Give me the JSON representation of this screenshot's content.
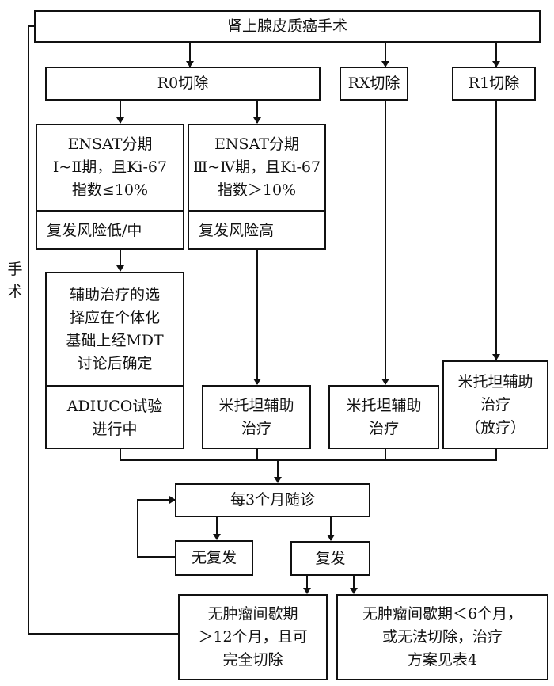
{
  "diagram": {
    "top": "肾上腺皮质癌手术",
    "resection": {
      "r0": "R0切除",
      "rx": "RX切除",
      "r1": "R1切除"
    },
    "ensat_low": {
      "stage": "ENSAT分期\nⅠ~Ⅱ期，且Ki-67\n指数≤10%",
      "risk": "复发风险低/中"
    },
    "ensat_high": {
      "stage": "ENSAT分期\nⅢ~Ⅳ期，且Ki-67\n指数＞10%",
      "risk": "复发风险高"
    },
    "adjuvant_low": {
      "choice": "辅助治疗的选\n择应在个体化\n基础上经MDT\n讨论后确定",
      "trial": "ADIUCO试验\n进行中"
    },
    "mitotane_high": "米托坦辅助\n治疗",
    "mitotane_rx": "米托坦辅助\n治疗",
    "mitotane_r1": "米托坦辅助\n治疗\n（放疗）",
    "followup": "每3个月随诊",
    "no_relapse": "无复发",
    "relapse": "复发",
    "relapse_long": "无肿瘤间歇期\n＞12个月，且可\n完全切除",
    "relapse_short": "无肿瘤间歇期＜6个月，\n或无法切除，治疗\n方案见表4",
    "loop_label": "手\n术"
  }
}
